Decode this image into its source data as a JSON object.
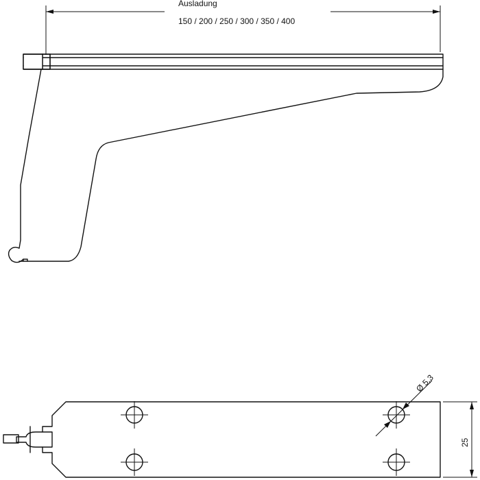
{
  "drawing": {
    "side_view": {
      "dimension_title": "Ausladung",
      "dimension_values": "150 / 200 / 250 / 300 / 350 / 400"
    },
    "top_view": {
      "hole_diameter_label": "Ø 5,3",
      "height_label": "25"
    }
  }
}
